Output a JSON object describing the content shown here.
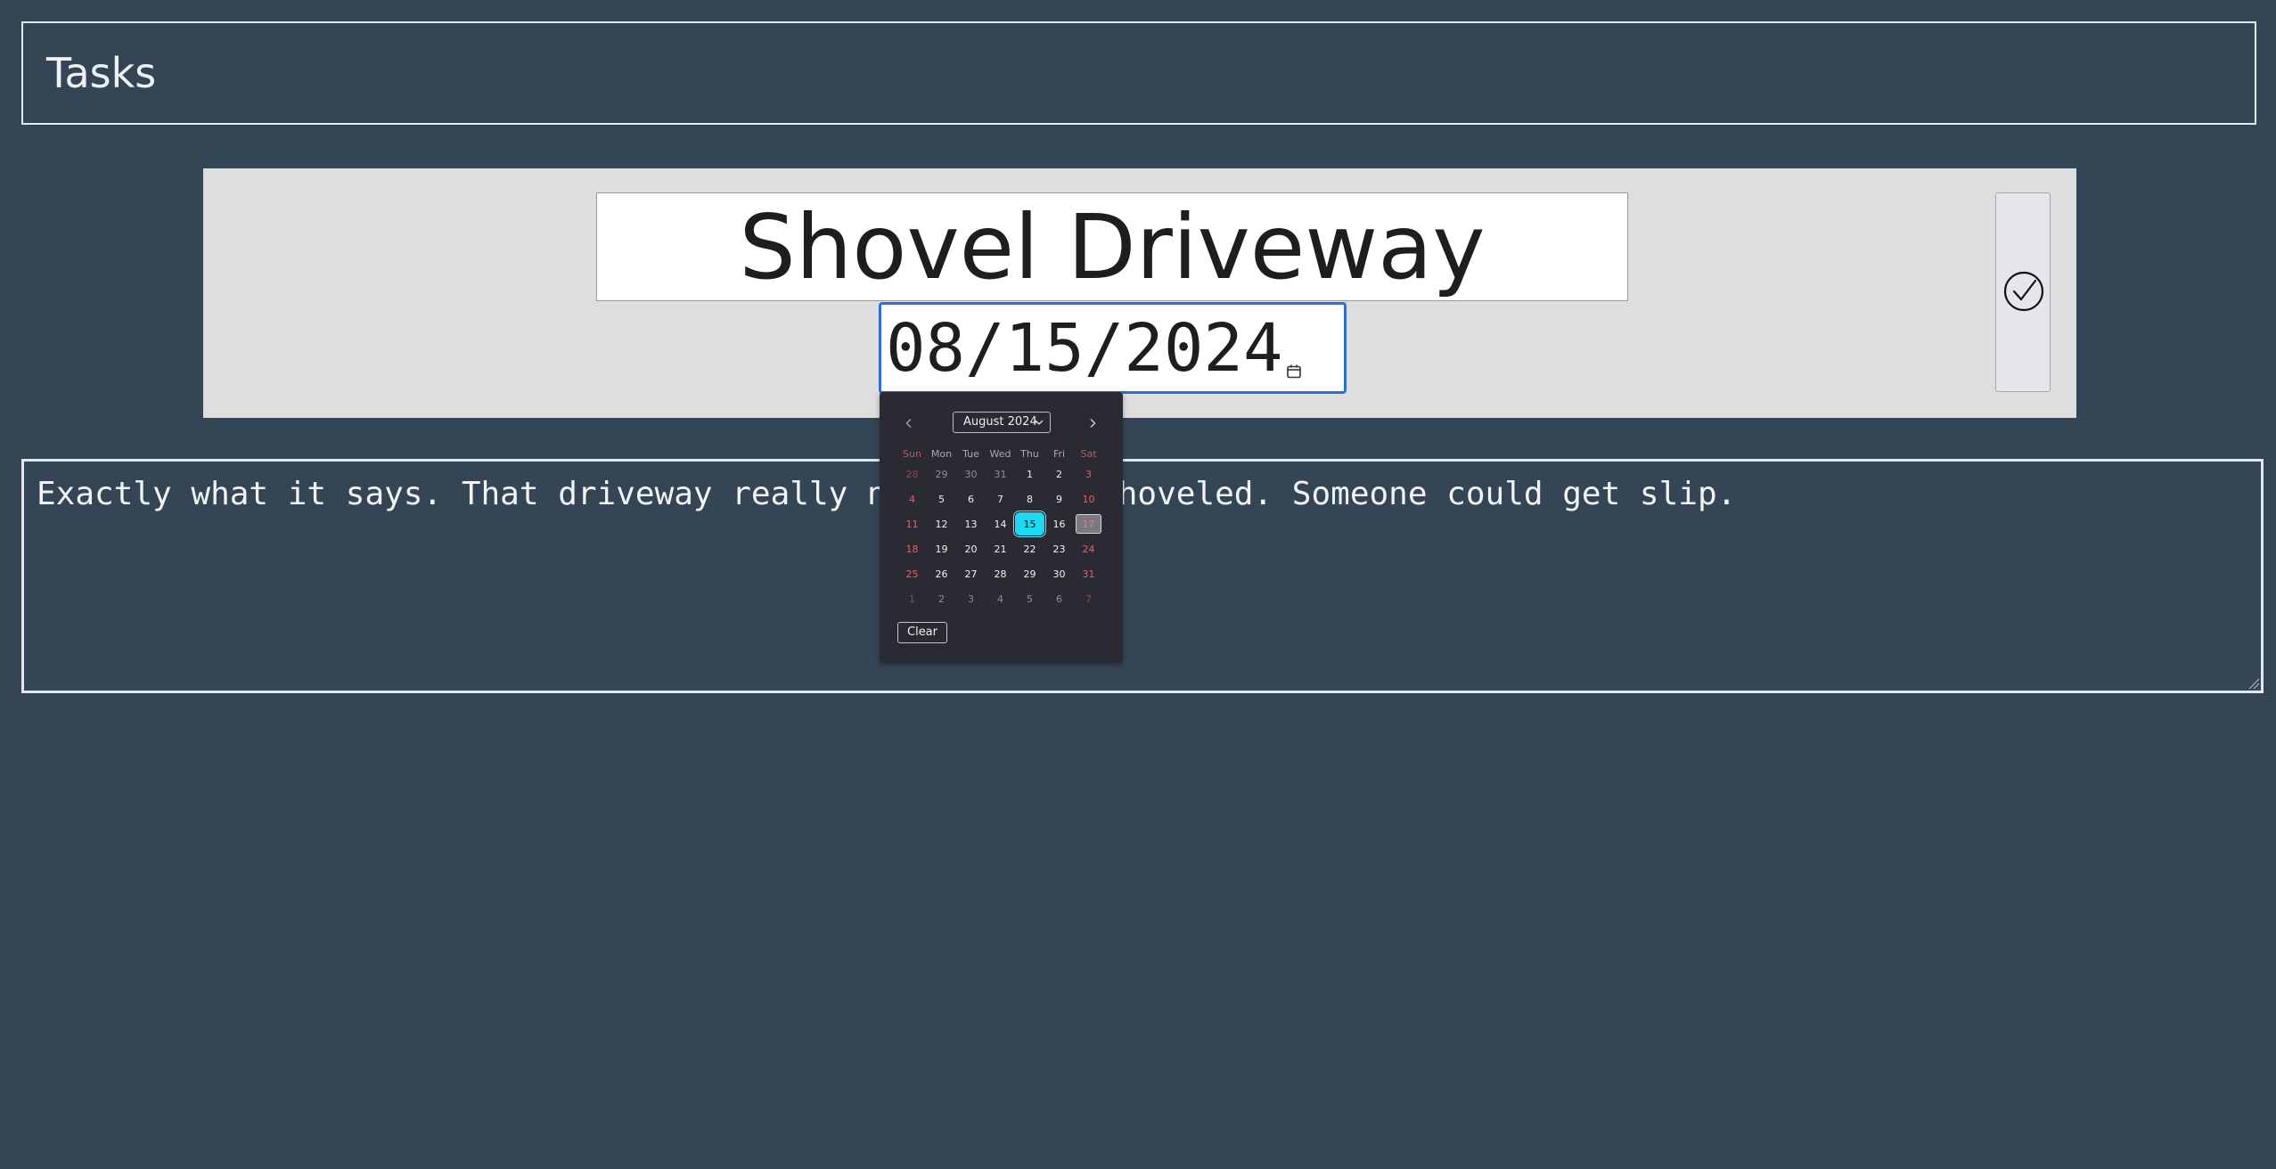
{
  "header": {
    "title": "Tasks"
  },
  "task": {
    "title": "Shovel Driveway",
    "date": "08/15/2024",
    "description": "Exactly what it says. That driveway really needs to be shoveled. Someone could get slip."
  },
  "calendar": {
    "month_label": "August 2024",
    "weekday_headers": [
      "Sun",
      "Mon",
      "Tue",
      "Wed",
      "Thu",
      "Fri",
      "Sat"
    ],
    "weeks": [
      [
        "28",
        "29",
        "30",
        "31",
        "1",
        "2",
        "3"
      ],
      [
        "4",
        "5",
        "6",
        "7",
        "8",
        "9",
        "10"
      ],
      [
        "11",
        "12",
        "13",
        "14",
        "15",
        "16",
        "17"
      ],
      [
        "18",
        "19",
        "20",
        "21",
        "22",
        "23",
        "24"
      ],
      [
        "25",
        "26",
        "27",
        "28",
        "29",
        "30",
        "31"
      ],
      [
        "1",
        "2",
        "3",
        "4",
        "5",
        "6",
        "7"
      ]
    ],
    "muted_first_week_count": 4,
    "selected_day": "15",
    "today_day": "17",
    "clear_label": "Clear"
  },
  "colors": {
    "background": "#344555",
    "panel": "#dedede",
    "calendar_bg": "#2a2a32",
    "selected": "#1bd9f2",
    "weekend": "#ef5b6b",
    "focus_border": "#2e6fd4"
  },
  "icons": {
    "date_picker": "calendar-icon",
    "complete": "check-circle-icon",
    "prev": "chevron-left-icon",
    "next": "chevron-right-icon",
    "month_dropdown": "chevron-down-icon"
  }
}
